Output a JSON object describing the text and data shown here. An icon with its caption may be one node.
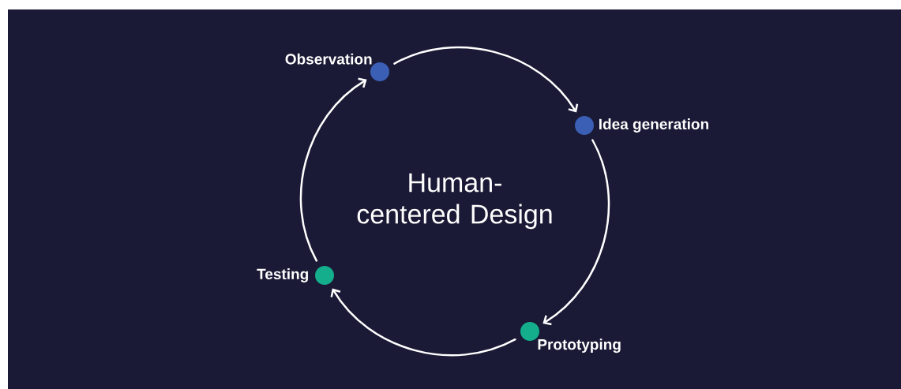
{
  "diagram": {
    "title": "Human-centered Design",
    "nodes": [
      {
        "text": [
          "Observation"
        ]
      },
      {
        "text": [
          "Idea generation"
        ]
      },
      {
        "text": [
          "Prototyping"
        ]
      },
      {
        "text": [
          "Testing"
        ]
      }
    ],
    "edges": [
      {
        "from": 0,
        "to": 1,
        "arrow": "to"
      },
      {
        "from": 1,
        "to": 2,
        "arrow": "to"
      },
      {
        "from": 2,
        "to": 3,
        "arrow": "to"
      },
      {
        "from": 3,
        "to": 0,
        "arrow": "to"
      }
    ]
  }
}
